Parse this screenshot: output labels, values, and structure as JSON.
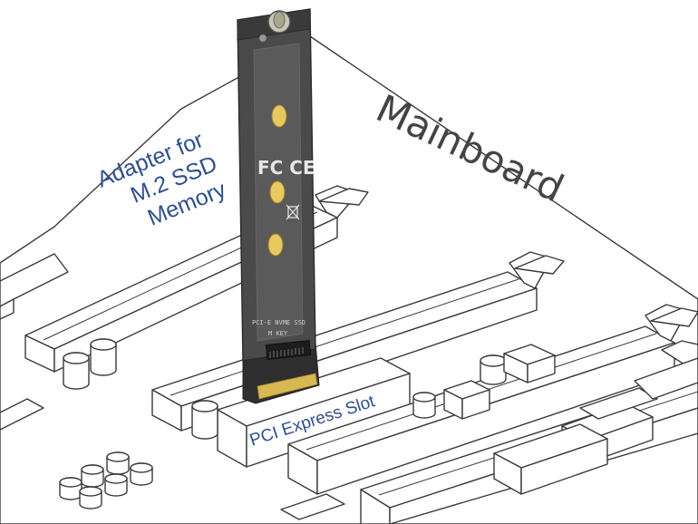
{
  "labels": {
    "mainboard": "Mainboard",
    "adapter_line1": "Adapter for",
    "adapter_line2": "M.2 SSD",
    "adapter_line3": "Memory",
    "slot": "PCI Express Slot"
  },
  "pcb": {
    "ce_mark": "FC CE",
    "silkscreen_1": "PCI-E NVME SSD",
    "silkscreen_2": "M KEY"
  },
  "colors": {
    "label_blue": "#2e4f8f",
    "outline": "#3a3a3a",
    "pcb_dark": "#4a4a4a",
    "pcb_gold": "#e8c860"
  }
}
